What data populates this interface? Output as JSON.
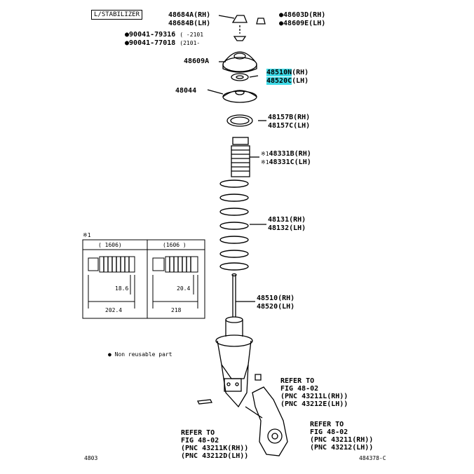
{
  "header_tag": "L/STABILIZER",
  "labels": {
    "upper_left_1": "48684A(RH)",
    "upper_left_2": "48684B(LH)",
    "upper_right_1": "48603D(RH)",
    "upper_right_2": "48609E(LH)",
    "bolt_1": "90041-79316",
    "bolt_1_note": "( -2101",
    "bolt_2": "90041-77018",
    "bolt_2_note": "(2101-",
    "mount": "48609A",
    "seat_1": "48510N",
    "seat_1_side": "(RH)",
    "seat_2": "48520C",
    "seat_2_side": "(LH)",
    "bearing": "48044",
    "insulator_1": "48157B(RH)",
    "insulator_2": "48157C(LH)",
    "bumper_1": "48331B(RH)",
    "bumper_2": "48331C(LH)",
    "bumper_mark": "※1",
    "spring_1": "48131(RH)",
    "spring_2": "48132(LH)",
    "strut_1": "48510(RH)",
    "strut_2": "48520(LH)"
  },
  "inset": {
    "mark": "※1",
    "left_range": "(   1606)",
    "right_range": "(1606   )",
    "left_dim_small": "18.6",
    "left_dim_large": "202.4",
    "right_dim_small": "20.4",
    "right_dim_large": "218"
  },
  "legend": {
    "symbol": "●",
    "text": "Non reusable part"
  },
  "refs": [
    {
      "lines": [
        "REFER TO",
        "FIG 48-02",
        "(PNC 43211L(RH))",
        "(PNC 43212E(LH))"
      ]
    },
    {
      "lines": [
        "REFER TO",
        "FIG 48-02",
        "(PNC 43211K(RH))",
        "(PNC 43212D(LH))"
      ]
    },
    {
      "lines": [
        "REFER TO",
        "FIG 48-02",
        "(PNC 43211(RH))",
        "(PNC 43212(LH))"
      ]
    }
  ],
  "footer": {
    "left": "4803",
    "right": "484378-C"
  }
}
